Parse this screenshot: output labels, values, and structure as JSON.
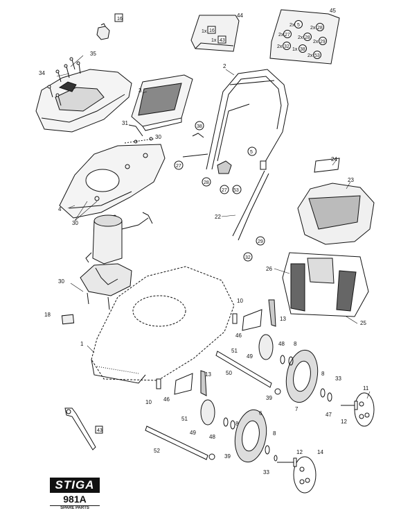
{
  "brand": {
    "logo_text": "STIGA",
    "model": "981A",
    "caption": "SPARE PARTS"
  },
  "labels": {
    "p1": "1",
    "p2": "2",
    "p3": "3",
    "p4": "4",
    "p6": "6",
    "p7": "7",
    "p8": "8",
    "p10": "10",
    "p11": "11",
    "p12": "12",
    "p13": "13",
    "p14": "14",
    "p16": "16",
    "p18": "18",
    "p22": "22",
    "p23": "23",
    "p24": "24",
    "p25": "25",
    "p26": "26",
    "p27": "27",
    "p28": "28",
    "p29": "29",
    "p30": "30",
    "p31": "31",
    "p32": "32",
    "p33": "33",
    "p34": "34",
    "p35": "35",
    "p38": "38",
    "p39": "39",
    "p43": "43",
    "p44": "44",
    "p45": "45",
    "p46": "46",
    "p47": "47",
    "p48": "48",
    "p49": "49",
    "p50": "50",
    "p51": "51",
    "p52": "52",
    "p53": "53",
    "p5": "5"
  },
  "kit44": {
    "r1": "1x",
    "r1v": "16",
    "r2": "1x",
    "r2v": "43"
  },
  "kit45": {
    "a": "2x",
    "av": "5",
    "b": "2x",
    "bv": "28",
    "c": "2x",
    "cv": "27",
    "d": "2x",
    "dv": "28",
    "e": "2x",
    "ev": "32",
    "f": "1x",
    "fv": "38",
    "g": "2x",
    "gv": "29",
    "h": "2x",
    "hv": "53"
  }
}
